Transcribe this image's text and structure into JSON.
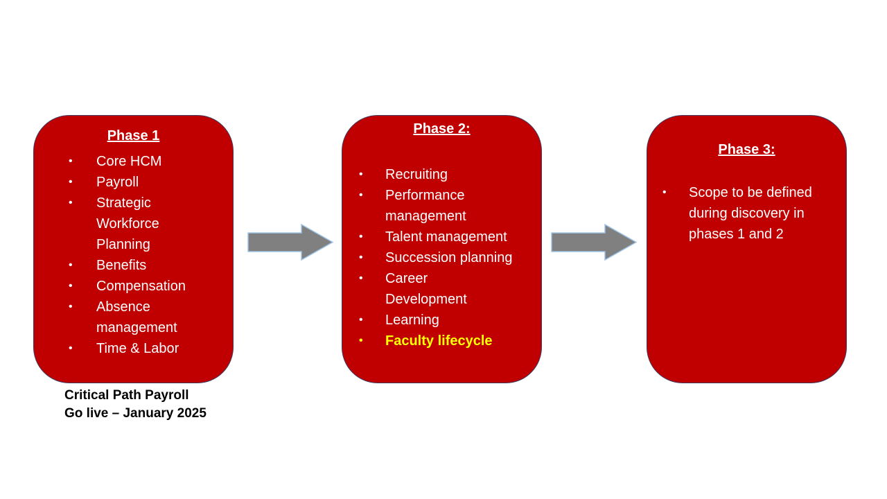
{
  "colors": {
    "box_fill": "#C00000",
    "box_border": "#3F3A60",
    "box_text": "#FFFFFF",
    "highlight_text": "#FFFF00",
    "arrow_fill": "#808080",
    "arrow_outline": "#9DC3E6",
    "caption_text": "#000000",
    "background": "#FFFFFF"
  },
  "boxes": [
    {
      "title": "Phase 1",
      "items": [
        "Core HCM",
        "Payroll",
        "Strategic\nWorkforce\nPlanning",
        "Benefits",
        "Compensation",
        "Absence\nmanagement",
        "Time & Labor"
      ]
    },
    {
      "title": "Phase 2:",
      "items": [
        "Recruiting",
        "Performance\nmanagement",
        "Talent management",
        "Succession planning",
        "Career\nDevelopment",
        "Learning",
        "Faculty lifecycle"
      ],
      "highlighted_item": "Faculty lifecycle"
    },
    {
      "title": "Phase 3:",
      "items": [
        "Scope to be defined\nduring discovery in\nphases 1 and 2"
      ]
    }
  ],
  "caption": {
    "line1": "Critical Path Payroll",
    "line2": "Go live – January 2025"
  }
}
